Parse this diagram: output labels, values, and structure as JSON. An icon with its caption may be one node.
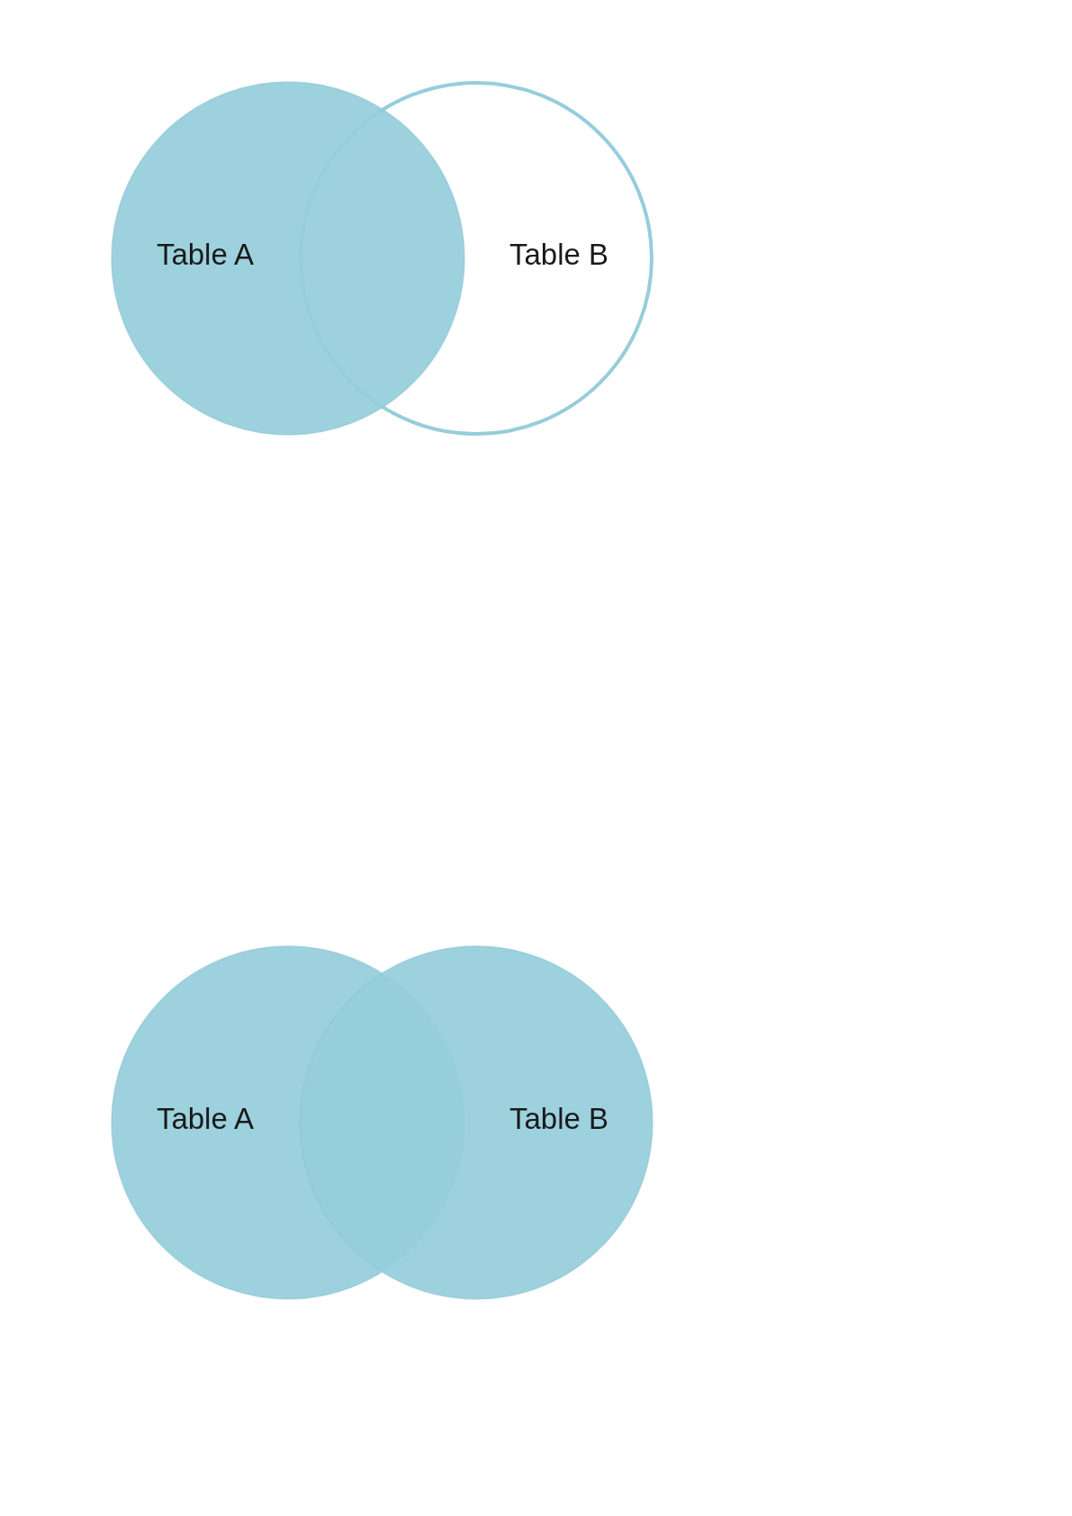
{
  "diagram": {
    "nodes": [
      {
        "text": [
          "Table A"
        ]
      },
      {
        "text": [
          "Table B"
        ]
      },
      {
        "text": [
          "Table A"
        ]
      },
      {
        "text": [
          "Table B"
        ]
      }
    ]
  }
}
